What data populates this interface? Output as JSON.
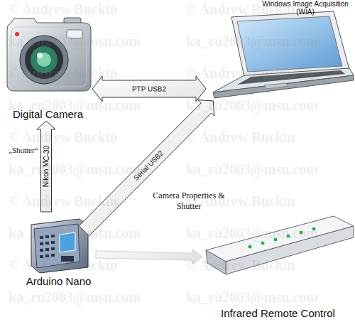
{
  "diagram": {
    "nodes": [
      {
        "text": [
          "Digital Camera"
        ]
      },
      {
        "text": [
          "Windows Image Acquisition (WIA)"
        ]
      },
      {
        "text": [
          "Arduino Nano"
        ]
      },
      {
        "text": [
          "Infrared Remote Control"
        ]
      }
    ],
    "edges": [
      {
        "from": 0,
        "to": 1,
        "arrow": "both",
        "label": "PTP USB2"
      },
      {
        "from": 2,
        "to": 0,
        "arrow": "to",
        "label": "Nikon MC-30"
      },
      {
        "from": 2,
        "to": 1,
        "arrow": "to",
        "label": "Serial USB2"
      },
      {
        "from": 2,
        "to": 3,
        "arrow": "to"
      }
    ],
    "labels": [
      "„Shutter“",
      "Camera Properties & Shutter",
      "© Andrew Buckin",
      "© Andrew Buckin",
      "ka_ru2003@msn.com",
      "ka_ru2003@msn.com",
      "© Andrew Buckin",
      "© Andrew Buckin",
      "ka_ru2003@msn.com",
      "ka_ru2003@msn.com",
      "© Andrew Buckin",
      "© Andrew Buckin",
      "ka_ru2003@msn.com",
      "ka_ru2003@msn.com",
      "© Andrew Buckin",
      "© Andrew Buckin",
      "ka_ru2003@msn.com",
      "ka_ru2003@msn.com",
      "© Andrew Buckin",
      "© Andrew Buckin",
      "ka_ru2003@msn.com",
      "ka_ru2003@msn.com"
    ]
  }
}
